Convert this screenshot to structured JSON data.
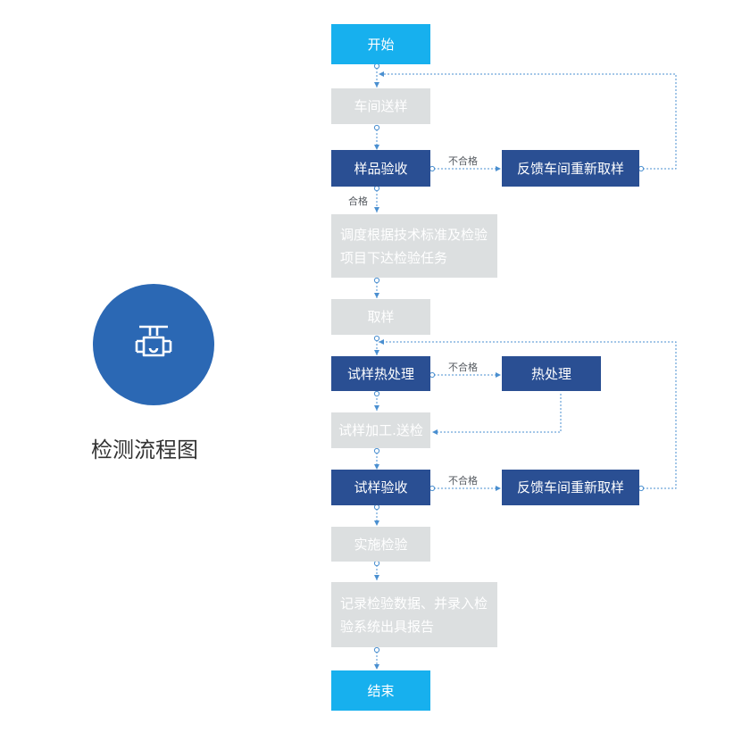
{
  "side": {
    "title": "检测流程图",
    "icon": "valve-pipe-icon"
  },
  "nodes": {
    "start": "开始",
    "workshop_send": "车间送样",
    "sample_accept": "样品验收",
    "feedback1": "反馈车间重新取样",
    "dispatch": "调度根据技术标准及检验项目下达检验任务",
    "take_sample": "取样",
    "specimen_heat": "试样热处理",
    "heat": "热处理",
    "machining": "试样加工.送检",
    "specimen_accept": "试样验收",
    "feedback2": "反馈车间重新取样",
    "inspect": "实施检验",
    "record": "记录检验数据、并录入检验系统出具报告",
    "end": "结束"
  },
  "labels": {
    "fail1": "不合格",
    "pass1": "合格",
    "fail2": "不合格",
    "fail3": "不合格"
  },
  "colors": {
    "terminal": "#17b0ee",
    "step": "#dcdfe0",
    "decision": "#2a4f93",
    "connector": "#4a8fd0",
    "circle": "#2b68b4"
  }
}
